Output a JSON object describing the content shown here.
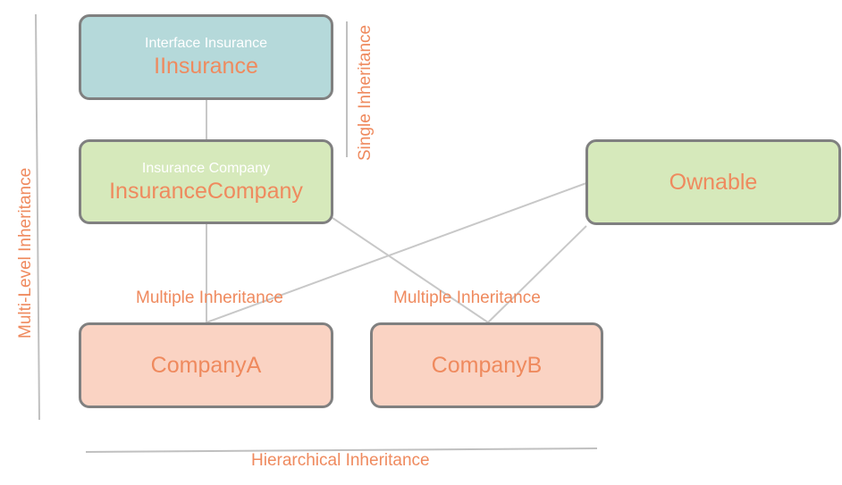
{
  "diagram": {
    "nodes": {
      "iinsurance": {
        "subtitle": "Interface Insurance",
        "title": "IInsurance"
      },
      "insurance_company": {
        "subtitle": "Insurance Company",
        "title": "InsuranceCompany"
      },
      "ownable": {
        "title": "Ownable"
      },
      "company_a": {
        "title": "CompanyA"
      },
      "company_b": {
        "title": "CompanyB"
      }
    },
    "labels": {
      "single": "Single Inheritance",
      "multi_level": "Multi-Level Inheritance",
      "multiple_a": "Multiple Inheritance",
      "multiple_b": "Multiple Inheritance",
      "hierarchical": "Hierarchical Inheritance"
    },
    "colors": {
      "interface_fill": "#b5d9da",
      "class_fill": "#d6e9bb",
      "subclass_fill": "#fad3c3",
      "accent_text": "#ef8a5e",
      "border": "#808080",
      "connector": "#c8c8c8"
    }
  }
}
